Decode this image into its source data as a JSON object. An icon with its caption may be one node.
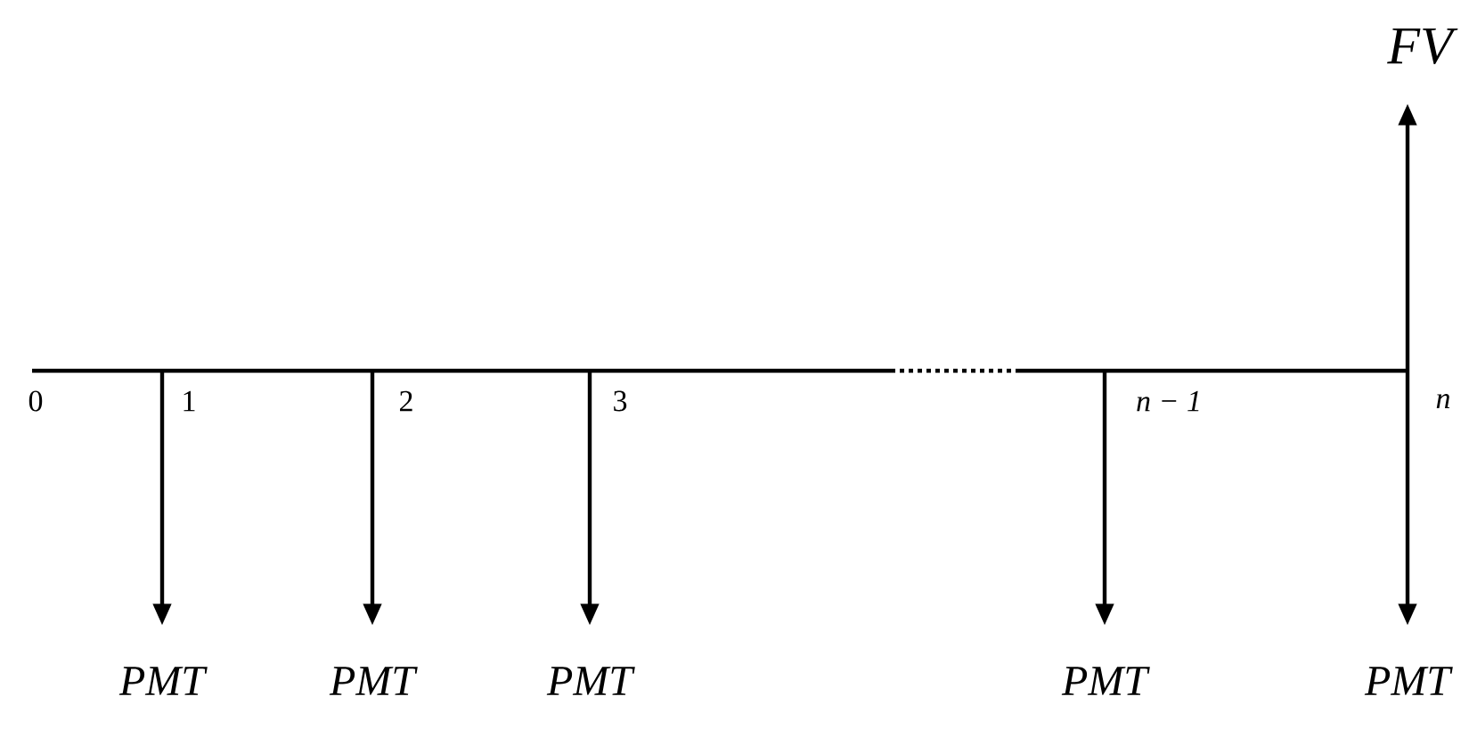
{
  "diagram": {
    "nodes": [
      {
        "text": [
          "PMT"
        ]
      },
      {
        "text": [
          "PMT"
        ]
      },
      {
        "text": [
          "PMT"
        ]
      },
      {
        "text": [
          "PMT"
        ]
      },
      {
        "text": [
          "PMT"
        ]
      },
      {
        "text": [
          "FV"
        ]
      }
    ],
    "edges": [
      {
        "from": null,
        "to": 0,
        "arrow": "to"
      },
      {
        "from": null,
        "to": 1,
        "arrow": "to"
      },
      {
        "from": null,
        "to": 2,
        "arrow": "to"
      },
      {
        "from": null,
        "to": 3,
        "arrow": "to"
      },
      {
        "from": null,
        "to": 4,
        "arrow": "to"
      },
      {
        "from": null,
        "to": 5,
        "arrow": "to"
      }
    ],
    "labels": [
      "0",
      "1",
      "2",
      "3",
      "n − 1",
      "n"
    ]
  }
}
